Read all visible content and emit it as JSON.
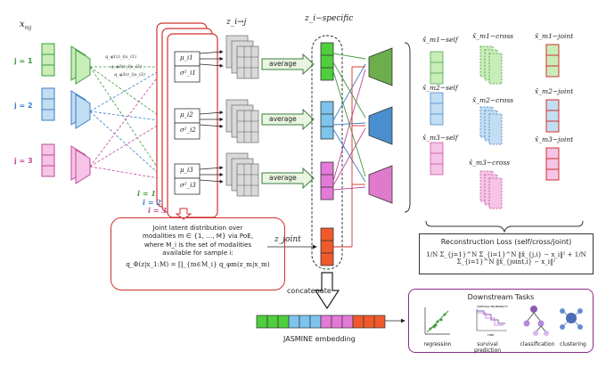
{
  "inputs": {
    "x_label": "x_mj",
    "modalities": [
      {
        "label": "j = 1",
        "color": "#3d9a3d",
        "fill": "#c9edb9"
      },
      {
        "label": "j = 2",
        "color": "#3a7fc4",
        "fill": "#c3ddf3"
      },
      {
        "label": "j = 3",
        "color": "#c0479b",
        "fill": "#f5c4e6"
      }
    ]
  },
  "encoder_labels": [
    "q_φ1(z_i|x_i1)",
    "q_φ2(z_i|x_i2)",
    "q_φ3(z_i|x_i3)"
  ],
  "latent": {
    "mu": [
      "μ_i1",
      "μ_i2",
      "μ_i3"
    ],
    "sigma": [
      "σ²_i1",
      "σ²_i2",
      "σ²_i3"
    ],
    "samples": [
      "i = 1",
      "i = 2",
      "i = 3"
    ]
  },
  "z_cross_label": "z_i→j",
  "z_specific_label": "z_i−specific",
  "z_joint_label": "z_joint",
  "average_label": "average",
  "poe_text": {
    "line1": "Joint latent distribution over",
    "line2": "modalities m ∈ {1, …, M} via PoE,",
    "line3": "where M_i is the set of modalities",
    "line4": "available for sample i:",
    "formula": "q_Φ(z|x_1:M) = ∏_{m∈M_i} q_φm(z_m|x_m)"
  },
  "concatenate_label": "concatenate",
  "embedding_label": "JASMINE embedding",
  "embedding_colors": [
    "#4fcf3d",
    "#4fcf3d",
    "#4fcf3d",
    "#7cc4ec",
    "#7cc4ec",
    "#7cc4ec",
    "#e47ad8",
    "#e47ad8",
    "#e47ad8",
    "#f05a2a",
    "#f05a2a",
    "#f05a2a"
  ],
  "reconstructions": {
    "self": [
      "x̂_m1−self",
      "x̂_m2−self",
      "x̂_m3−self"
    ],
    "cross": [
      "x̂_m1−cross",
      "x̂_m2−cross",
      "x̂_m3−cross"
    ],
    "joint": [
      "x̂_m1−joint",
      "x̂_m2−joint",
      "x̂_m3−joint"
    ]
  },
  "recon_loss": {
    "title": "Reconstruction Loss (self/cross/joint)",
    "formula": "1/N Σ_{j=1}^N Σ_{i=1}^N ‖x̂_{j,i} − x_i‖² + 1/N Σ_{i=1}^N ‖x̂_{joint,i} − x_i‖²"
  },
  "downstream": {
    "title": "Downstream Tasks",
    "tasks": [
      "regression",
      "survival prediction",
      "classification",
      "clustering"
    ],
    "mini_plot_texts": [
      "SURVIVAL PROBABILITY",
      "TIME"
    ]
  }
}
